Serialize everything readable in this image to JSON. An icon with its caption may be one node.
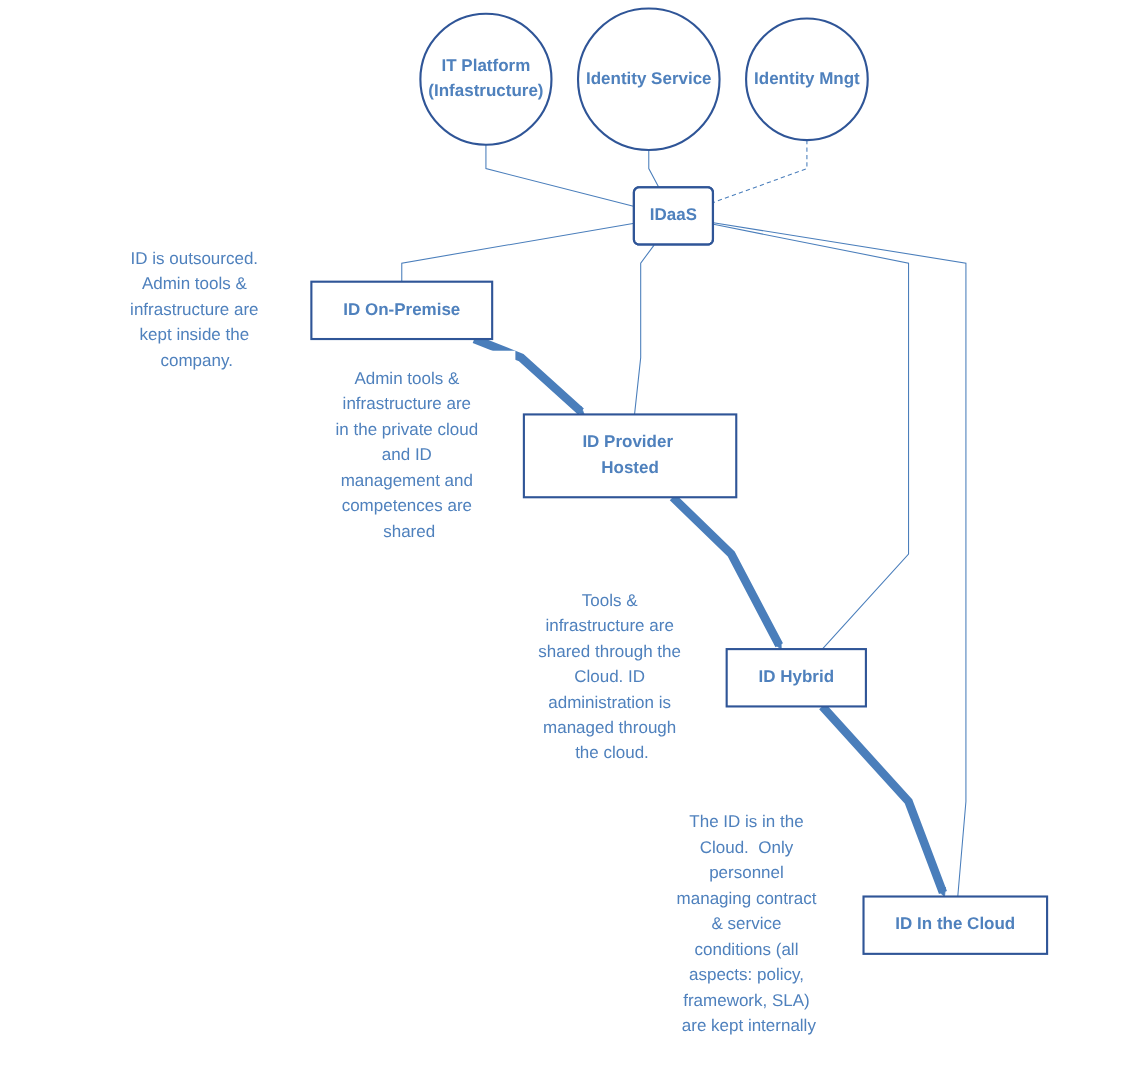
{
  "diagram": {
    "nodes": [
      {
        "text": [
          "Identity Mngt"
        ]
      },
      {
        "text": [
          "Identity Service"
        ]
      },
      {
        "text": [
          "IT Platform",
          "(Infastructure)"
        ]
      },
      {
        "text": [
          "IDaaS"
        ]
      },
      {
        "text": [
          "ID On-Premise"
        ],
        "beside": [
          "ID is outsourced. Admin tools & infrastructure are kept inside the company."
        ]
      },
      {
        "text": [
          "ID Provider Hosted"
        ],
        "beside": [
          "Admin tools & infrastructure are in the private cloud and ID management and competences are shared"
        ]
      },
      {
        "text": [
          "ID Hybrid"
        ],
        "beside": [
          "Tools & infrastructure are shared through the Cloud. ID administration is managed through the cloud."
        ]
      },
      {
        "text": [
          "ID In the Cloud"
        ],
        "beside": [
          "The ID is in the Cloud.  Only personnel managing contract & service conditions (all aspects: policy, framework, SLA) are kept internally"
        ]
      }
    ],
    "edges": [
      {
        "from": 0,
        "to": 3,
        "arrow": "none",
        "style": "dashed"
      },
      {
        "from": 1,
        "to": 3,
        "arrow": "none"
      },
      {
        "from": 2,
        "to": 3,
        "arrow": "none"
      },
      {
        "from": 3,
        "to": 4,
        "arrow": "none"
      },
      {
        "from": 3,
        "to": 5,
        "arrow": "none"
      },
      {
        "from": 3,
        "to": 6,
        "arrow": "none"
      },
      {
        "from": 3,
        "to": 7,
        "arrow": "none"
      },
      {
        "from": 4,
        "to": 5,
        "arrow": "to",
        "style": "thick"
      },
      {
        "from": 5,
        "to": 6,
        "arrow": "to",
        "style": "thick"
      },
      {
        "from": 6,
        "to": 7,
        "arrow": "to",
        "style": "thick"
      }
    ]
  }
}
